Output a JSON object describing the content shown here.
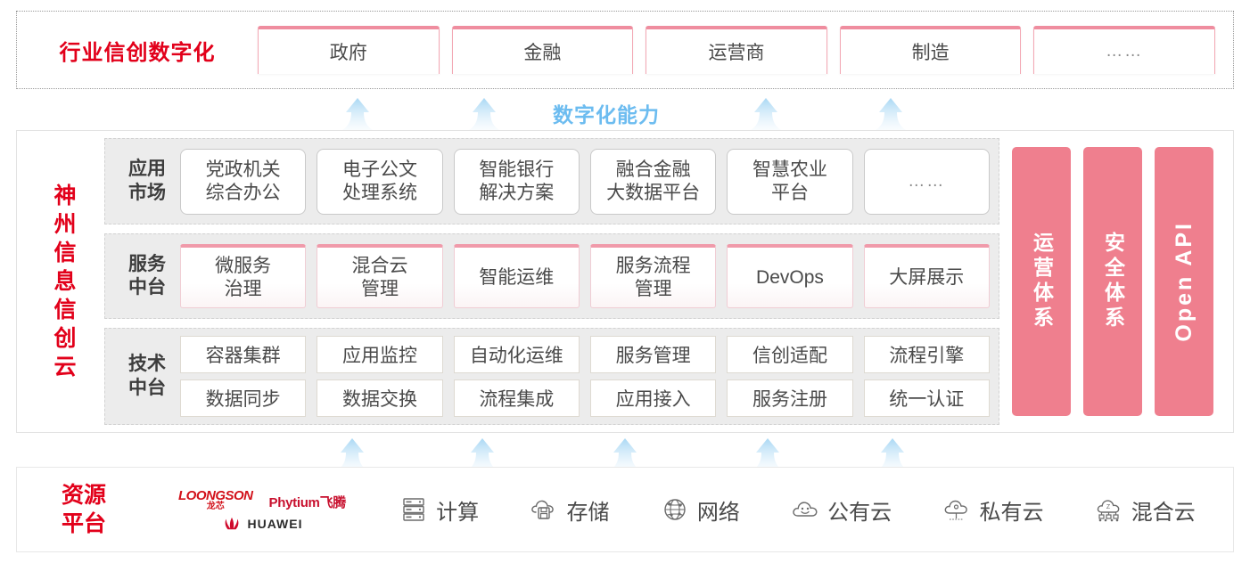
{
  "industry": {
    "title": "行业信创数字化",
    "cards": [
      {
        "label": "政府"
      },
      {
        "label": "金融"
      },
      {
        "label": "运营商"
      },
      {
        "label": "制造"
      },
      {
        "label": "……"
      }
    ]
  },
  "capability_label": "数字化能力",
  "cloud": {
    "title": "神州信息信创云",
    "bands": [
      {
        "key": "apps",
        "label": "应用\n市场",
        "label_lines": [
          "应用",
          "市场"
        ],
        "cards": [
          {
            "lines": [
              "党政机关",
              "综合办公"
            ]
          },
          {
            "lines": [
              "电子公文",
              "处理系统"
            ]
          },
          {
            "lines": [
              "智能银行",
              "解决方案"
            ]
          },
          {
            "lines": [
              "融合金融",
              "大数据平台"
            ]
          },
          {
            "lines": [
              "智慧农业",
              "平台"
            ]
          },
          {
            "lines": [
              "……"
            ]
          }
        ]
      },
      {
        "key": "services",
        "label_lines": [
          "服务",
          "中台"
        ],
        "cards": [
          {
            "lines": [
              "微服务",
              "治理"
            ]
          },
          {
            "lines": [
              "混合云",
              "管理"
            ]
          },
          {
            "lines": [
              "智能运维"
            ]
          },
          {
            "lines": [
              "服务流程",
              "管理"
            ]
          },
          {
            "lines": [
              "DevOps"
            ]
          },
          {
            "lines": [
              "大屏展示"
            ]
          }
        ]
      },
      {
        "key": "tech",
        "label_lines": [
          "技术",
          "中台"
        ],
        "row1": [
          "容器集群",
          "应用监控",
          "自动化运维",
          "服务管理",
          "信创适配",
          "流程引擎"
        ],
        "row2": [
          "数据同步",
          "数据交换",
          "流程集成",
          "应用接入",
          "服务注册",
          "统一认证"
        ]
      }
    ],
    "side_panels": [
      {
        "label": "运营体系",
        "type": "cn"
      },
      {
        "label": "安全体系",
        "type": "cn"
      },
      {
        "label": "Open API",
        "type": "en"
      }
    ]
  },
  "resource": {
    "title_lines": [
      "资源",
      "平台"
    ],
    "vendors": {
      "loongson_en": "LOONGSON",
      "loongson_cn": "龙芯",
      "phytium": "Phytium飞腾",
      "huawei": "HUAWEI"
    },
    "items": [
      {
        "label": "计算",
        "icon": "server-icon"
      },
      {
        "label": "存储",
        "icon": "cloud-storage-icon"
      },
      {
        "label": "网络",
        "icon": "network-globe-icon"
      },
      {
        "label": "公有云",
        "icon": "public-cloud-icon"
      },
      {
        "label": "私有云",
        "icon": "private-cloud-icon"
      },
      {
        "label": "混合云",
        "icon": "hybrid-cloud-icon"
      }
    ]
  },
  "colors": {
    "brand_red": "#e2001a",
    "panel_pink": "#ef7f8e",
    "card_pink_border": "#f09aaa",
    "arrow_blue": "#bfe0f5",
    "capability_blue": "#6cbcf0",
    "band_gray": "#ececec"
  }
}
